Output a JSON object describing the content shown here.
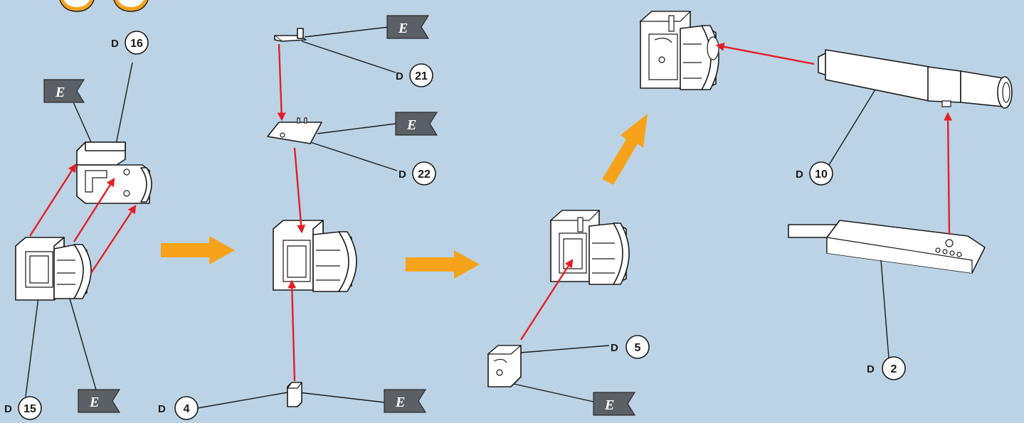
{
  "colors": {
    "background": "#bcd3e6",
    "flag": "#5b5f66",
    "red_arrow": "#e41e26",
    "orange_arrow": "#f7a21b"
  },
  "flags": [
    {
      "id": "flag-top-left",
      "text": "E"
    },
    {
      "id": "flag-bottom-left",
      "text": "E"
    },
    {
      "id": "flag-top-mid",
      "text": "E"
    },
    {
      "id": "flag-mid-mid",
      "text": "E"
    },
    {
      "id": "flag-bottom-mid",
      "text": "E"
    },
    {
      "id": "flag-bottom-right-mid",
      "text": "E"
    }
  ],
  "parts": [
    {
      "id": "d16",
      "prefix": "D",
      "number": "16"
    },
    {
      "id": "d15",
      "prefix": "D",
      "number": "15"
    },
    {
      "id": "d21",
      "prefix": "D",
      "number": "21"
    },
    {
      "id": "d22",
      "prefix": "D",
      "number": "22"
    },
    {
      "id": "d4",
      "prefix": "D",
      "number": "4"
    },
    {
      "id": "d5",
      "prefix": "D",
      "number": "5"
    },
    {
      "id": "d10",
      "prefix": "D",
      "number": "10"
    },
    {
      "id": "d2",
      "prefix": "D",
      "number": "2"
    }
  ]
}
